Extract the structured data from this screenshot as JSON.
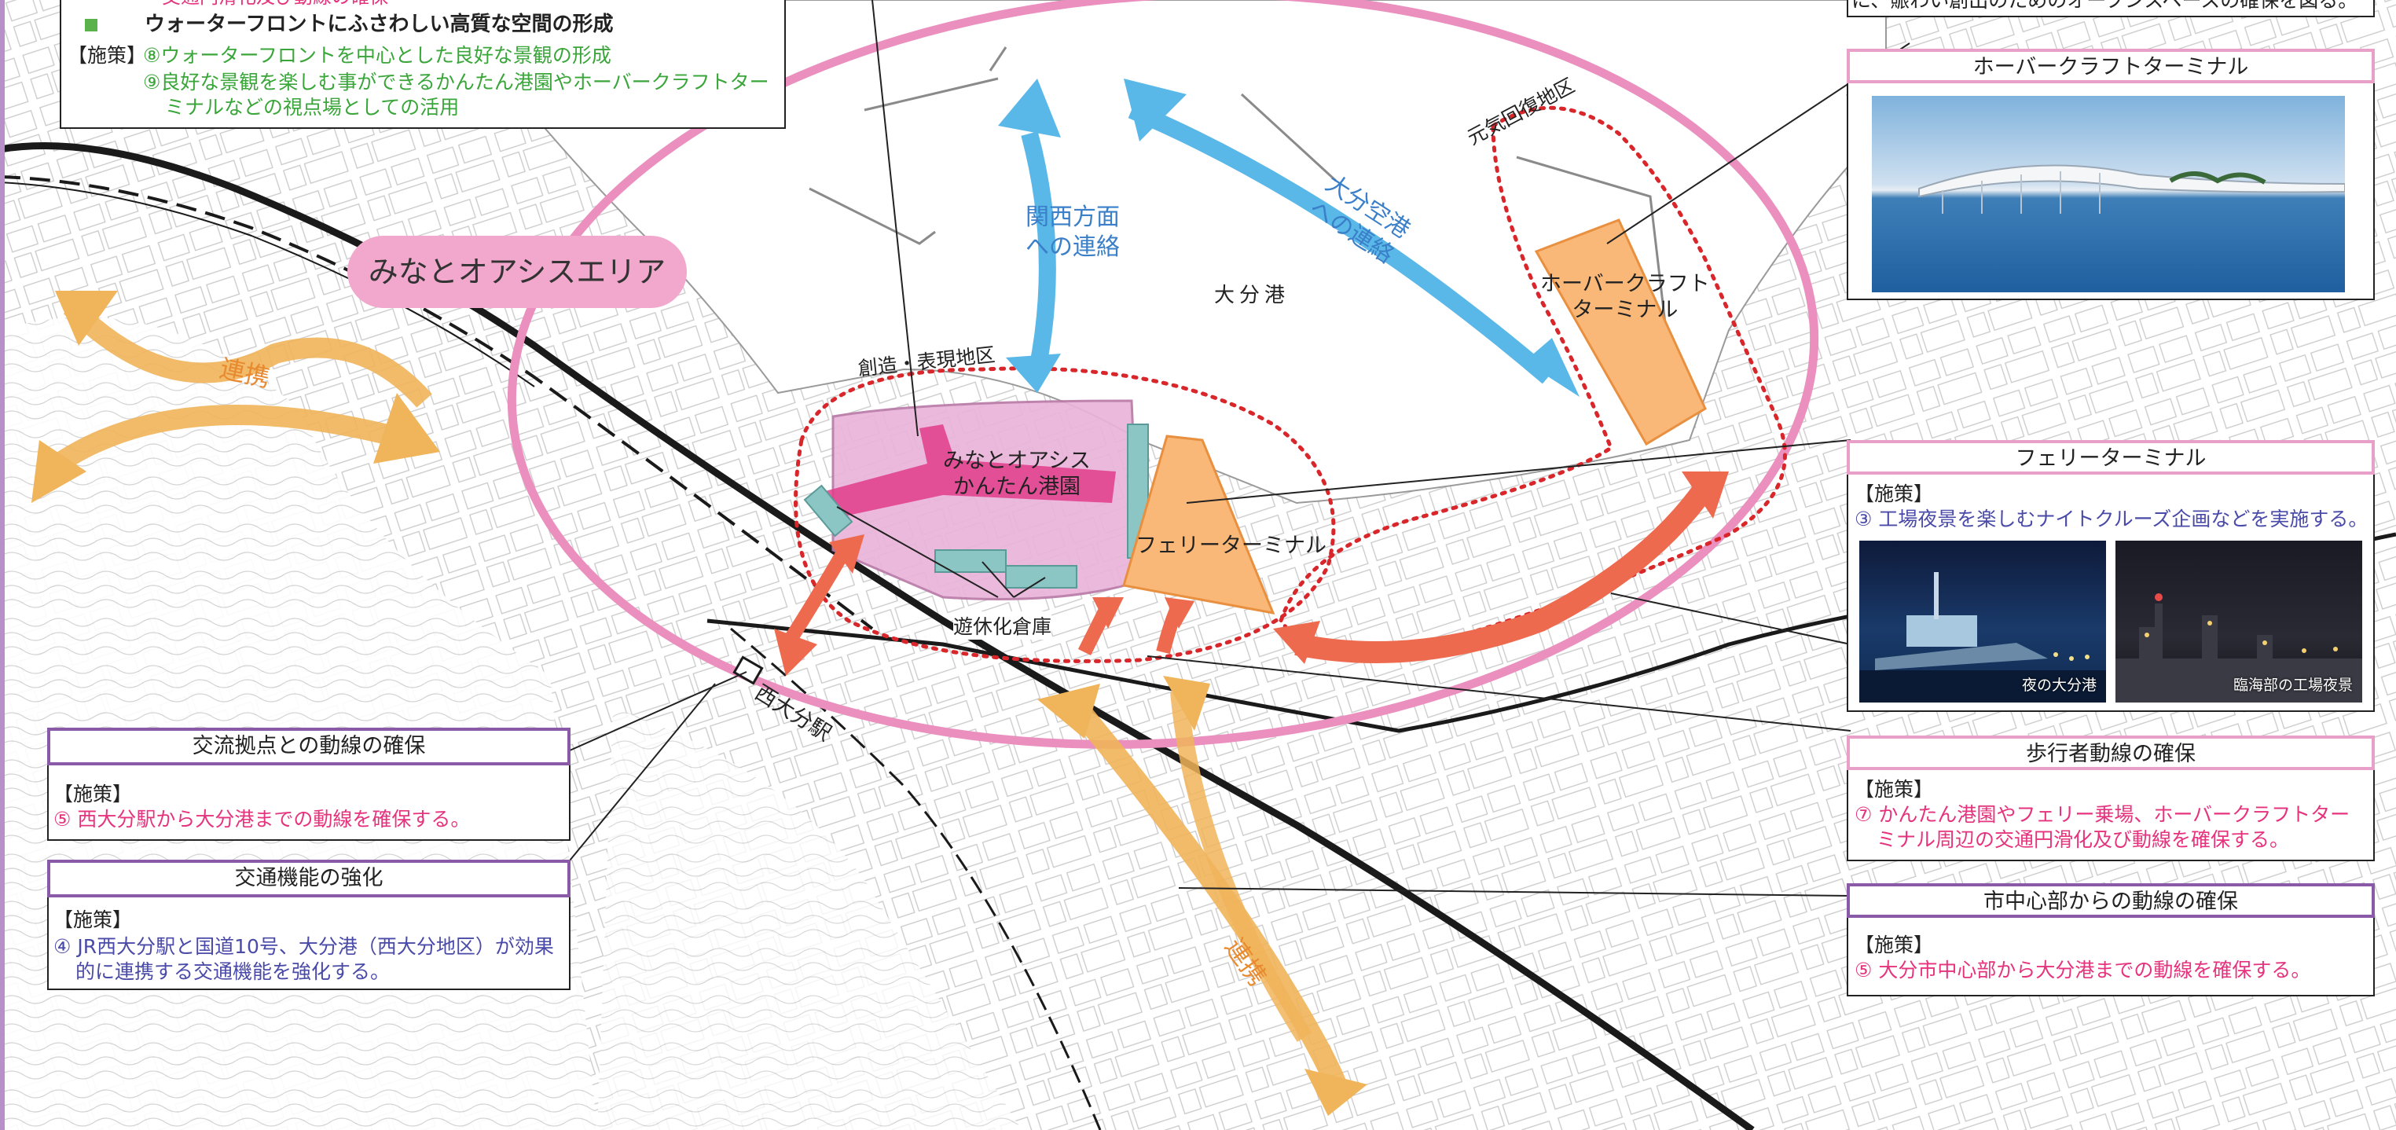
{
  "colors": {
    "oasis_ring": "#ea8fbe",
    "oasis_label_bg": "#f2a8cc",
    "blue_arrow": "#5ab8e8",
    "orange_arrow": "#f0b45a",
    "red_arrow": "#ee6a4e",
    "dotted_red": "#d9262b",
    "terminal_fill": "#f9b878",
    "oasis_fill": "#e9b4d9",
    "warehouse_fill": "#8cc6c4",
    "purple_border": "#8a5aa8",
    "pink_border": "#e8a0c8",
    "road": "#1a1a1a"
  },
  "top_left": {
    "line0": "交通円滑化及び動線の確保",
    "bullet_title": "ウォーターフロントにふさわしい高質な空間の形成",
    "measure_tag": "【施策】",
    "m8": "⑧ウォーターフロントを中心とした良好な景観の形成",
    "m9_1": "⑨良好な景観を楽しむ事ができるかんたん港園やホーバークラフトター",
    "m9_2": "ミナルなどの視点場としての活用"
  },
  "top_right_text": "に、賑わい創出のためのオープンスペースの確保を図る。",
  "map_labels": {
    "oasis_area": "みなとオアシスエリア",
    "kansai": "関西方面\nへの連絡",
    "airport": "大分空港\nへの連絡",
    "oita_port": "大分港",
    "genki": "元気回復地区",
    "sozo": "創造・表現地区",
    "renkei_left": "連携",
    "renkei_bottom": "連携",
    "oasis_kantan": "みなとオアシス\nかんたん港園",
    "ferry": "フェリーターミナル",
    "hover": "ホーバークラフト\nターミナル",
    "warehouse": "遊休化倉庫",
    "station": "西大分駅"
  },
  "panels": {
    "hover": {
      "title": "ホーバークラフトターミナル"
    },
    "ferry": {
      "title": "フェリーターミナル",
      "tag": "【施策】",
      "item": "③ 工場夜景を楽しむナイトクルーズ企画などを実施する。",
      "photo1_caption": "夜の大分港",
      "photo2_caption": "臨海部の工場夜景"
    },
    "pedestrian": {
      "title": "歩行者動線の確保",
      "tag": "【施策】",
      "item_1": "⑦ かんたん港園やフェリー乗場、ホーバークラフトター",
      "item_2": "ミナル周辺の交通円滑化及び動線を確保する。"
    },
    "city_center": {
      "title": "市中心部からの動線の確保",
      "tag": "【施策】",
      "item": "⑤ 大分市中心部から大分港までの動線を確保する。"
    },
    "exchange": {
      "title": "交流拠点との動線の確保",
      "tag": "【施策】",
      "item": "⑤ 西大分駅から大分港までの動線を確保する。"
    },
    "traffic": {
      "title": "交通機能の強化",
      "tag": "【施策】",
      "item_1": "④ JR西大分駅と国道10号、大分港（西大分地区）が効果",
      "item_2": "的に連携する交通機能を強化する。"
    }
  }
}
